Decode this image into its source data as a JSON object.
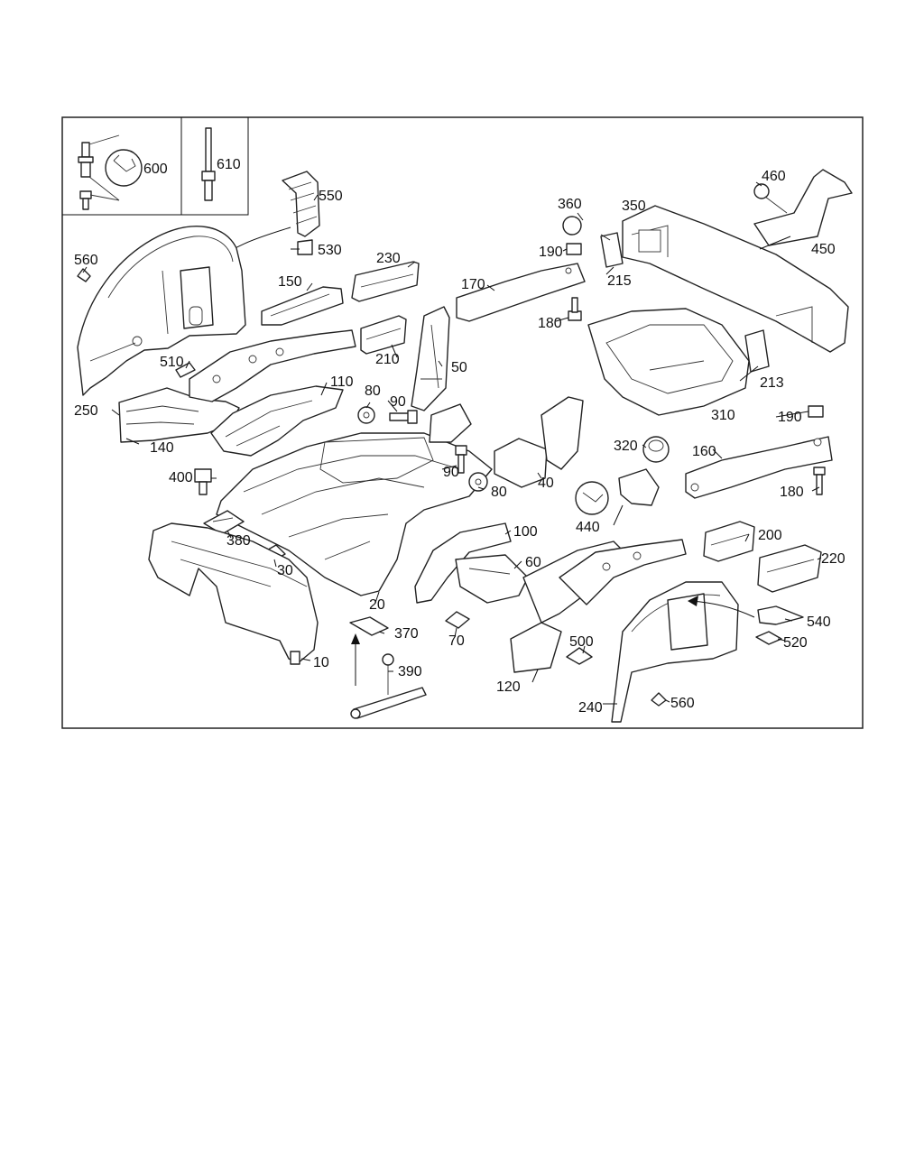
{
  "labels": [
    {
      "id": "600",
      "text": "600"
    },
    {
      "id": "610",
      "text": "610"
    },
    {
      "id": "550",
      "text": "550"
    },
    {
      "id": "530",
      "text": "530"
    },
    {
      "id": "560a",
      "text": "560"
    },
    {
      "id": "230",
      "text": "230"
    },
    {
      "id": "150",
      "text": "150"
    },
    {
      "id": "170",
      "text": "170"
    },
    {
      "id": "360",
      "text": "360"
    },
    {
      "id": "350",
      "text": "350"
    },
    {
      "id": "460",
      "text": "460"
    },
    {
      "id": "450",
      "text": "450"
    },
    {
      "id": "190a",
      "text": "190"
    },
    {
      "id": "215",
      "text": "215"
    },
    {
      "id": "180a",
      "text": "180"
    },
    {
      "id": "210",
      "text": "210"
    },
    {
      "id": "510",
      "text": "510"
    },
    {
      "id": "50",
      "text": "50"
    },
    {
      "id": "110",
      "text": "110"
    },
    {
      "id": "80a",
      "text": "80"
    },
    {
      "id": "90a",
      "text": "90"
    },
    {
      "id": "213",
      "text": "213"
    },
    {
      "id": "250",
      "text": "250"
    },
    {
      "id": "140",
      "text": "140"
    },
    {
      "id": "310",
      "text": "310"
    },
    {
      "id": "190b",
      "text": "190"
    },
    {
      "id": "320",
      "text": "320"
    },
    {
      "id": "160",
      "text": "160"
    },
    {
      "id": "400",
      "text": "400"
    },
    {
      "id": "90b",
      "text": "90"
    },
    {
      "id": "40",
      "text": "40"
    },
    {
      "id": "80b",
      "text": "80"
    },
    {
      "id": "180b",
      "text": "180"
    },
    {
      "id": "440",
      "text": "440"
    },
    {
      "id": "380",
      "text": "380"
    },
    {
      "id": "100",
      "text": "100"
    },
    {
      "id": "200",
      "text": "200"
    },
    {
      "id": "30",
      "text": "30"
    },
    {
      "id": "60",
      "text": "60"
    },
    {
      "id": "220",
      "text": "220"
    },
    {
      "id": "20",
      "text": "20"
    },
    {
      "id": "540",
      "text": "540"
    },
    {
      "id": "370",
      "text": "370"
    },
    {
      "id": "70",
      "text": "70"
    },
    {
      "id": "500",
      "text": "500"
    },
    {
      "id": "520",
      "text": "520"
    },
    {
      "id": "10",
      "text": "10"
    },
    {
      "id": "390",
      "text": "390"
    },
    {
      "id": "120",
      "text": "120"
    },
    {
      "id": "240",
      "text": "240"
    },
    {
      "id": "560b",
      "text": "560"
    }
  ]
}
